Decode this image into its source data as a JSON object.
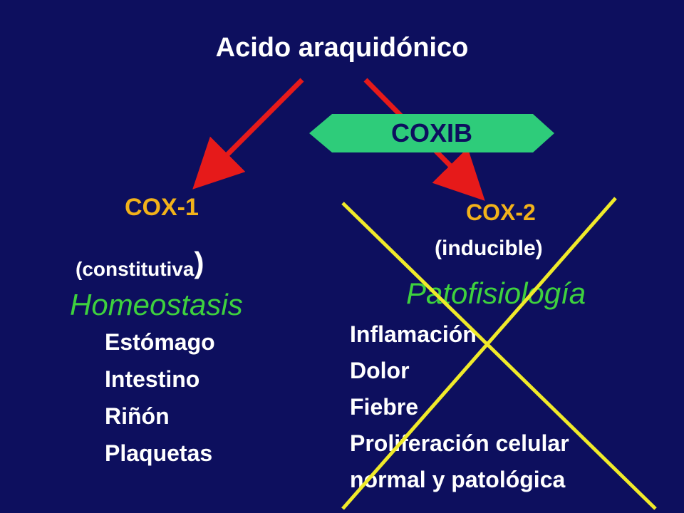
{
  "title": "Acido araquidónico",
  "inhibitor": {
    "label": "COXIB",
    "color": "#2ecc7a"
  },
  "cox1": {
    "label": "COX-1",
    "subtitle": "(constitutiva",
    "subtitle_paren": ")",
    "role": "Homeostasis",
    "items": [
      "Estómago",
      "Intestino",
      "Riñón",
      "Plaquetas"
    ]
  },
  "cox2": {
    "label": "COX-2",
    "subtitle": "(inducible)",
    "role": "Patofisiología",
    "items": [
      "Inflamación",
      "Dolor",
      "Fiebre",
      "Proliferación celular",
      "normal y patológica"
    ]
  },
  "colors": {
    "background": "#0d0f5e",
    "arrow": "#e61a1a",
    "cross": "#f0ea2a",
    "enzyme_label": "#f2b21a",
    "role_label": "#3ed13e",
    "text": "#ffffff"
  }
}
